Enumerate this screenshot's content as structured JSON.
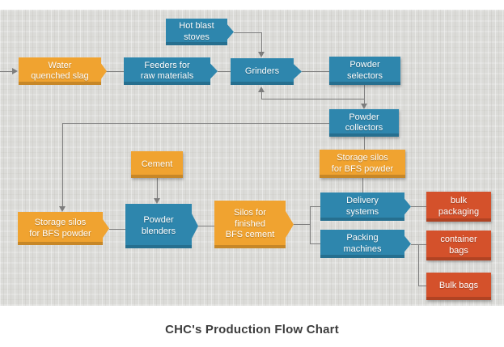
{
  "diagram": {
    "title": "CHC's Production Flow Chart",
    "colors": {
      "process_blue": "#2E86AD",
      "material_orange": "#F0A330",
      "output_red": "#D4512B",
      "connector_gray": "#7D7D7D",
      "paper_background": "#DBDBD8",
      "label_text": "#FFFFFF"
    },
    "nodes": {
      "hot_blast_stoves": {
        "label": "Hot blast\nstoves"
      },
      "water_quenched_slag": {
        "label": "Water\nquenched slag"
      },
      "feeders_raw_materials": {
        "label": "Feeders for\nraw materials"
      },
      "grinders": {
        "label": "Grinders"
      },
      "powder_selectors": {
        "label": "Powder\nselectors"
      },
      "powder_collectors": {
        "label": "Powder\ncollectors"
      },
      "storage_silos_bfs_right": {
        "label": "Storage silos\nfor BFS powder"
      },
      "cement": {
        "label": "Cement"
      },
      "storage_silos_bfs_left": {
        "label": "Storage silos\nfor BFS powder"
      },
      "powder_blenders": {
        "label": "Powder\nblenders"
      },
      "silos_finished_bfs_cement": {
        "label": "Silos for\nfinished\nBFS cement"
      },
      "delivery_systems": {
        "label": "Delivery\nsystems"
      },
      "bulk_packaging": {
        "label": "bulk\npackaging"
      },
      "packing_machines": {
        "label": "Packing\nmachines"
      },
      "container_bags": {
        "label": "container\nbags"
      },
      "bulk_bags": {
        "label": "Bulk bags"
      }
    }
  }
}
